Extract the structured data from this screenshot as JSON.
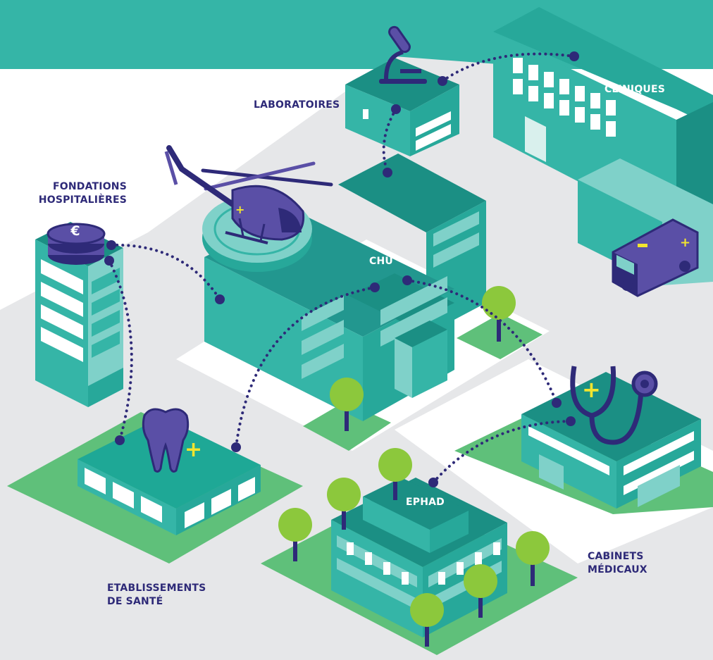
{
  "labels": {
    "laboratoires": "LABORATOIRES",
    "cliniques": "CLINIQUES",
    "fondations": "FONDATIONS\nHOSPITALIÈRES",
    "chu": "CHU",
    "ephad": "EPHAD",
    "cabinets": "CABINETS\nMÉDICAUX",
    "etablissements": "ETABLISSEMENTS\nDE SANTÉ"
  },
  "currency_symbol": "€",
  "colors": {
    "teal_banner": "#35b5a7",
    "teal": "#1fa496",
    "teal_top": "#22978f",
    "teal_dark": "#1b8f84",
    "teal_light": "#7fd1c9",
    "navy": "#2e2a78",
    "purple": "#5a4fa6",
    "green_ground": "#5fc07a",
    "green_tree": "#8cc83c",
    "road": "#e6e7e9",
    "yellow": "#f2e52e"
  },
  "icons": [
    "microscope-icon",
    "helicopter-icon",
    "coin-stack-icon",
    "tooth-icon",
    "stethoscope-icon",
    "ambulance-icon",
    "tree-icon"
  ]
}
